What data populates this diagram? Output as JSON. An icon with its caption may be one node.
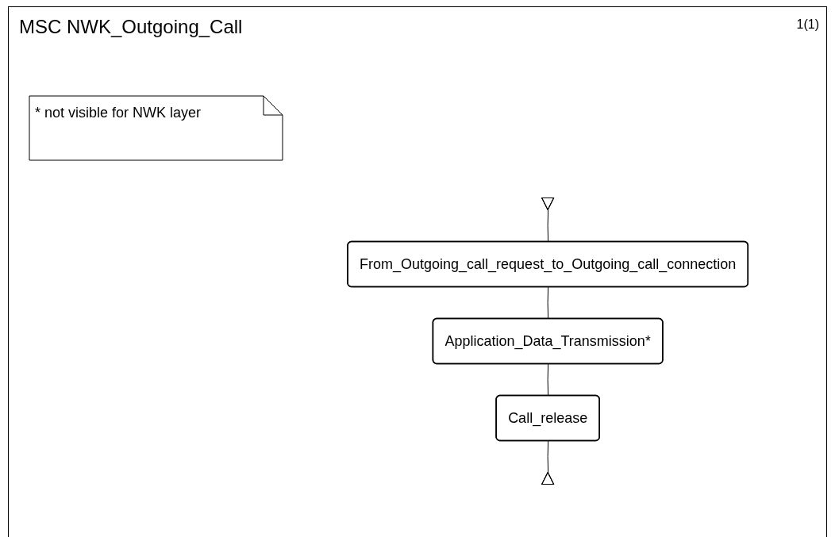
{
  "diagram": {
    "title": "MSC NWK_Outgoing_Call",
    "nodes": [
      {
        "text": [],
        "shape": "triangle"
      },
      {
        "text": [
          "From_Outgoing_call_request_to_Outgoing_call_connection"
        ]
      },
      {
        "text": [
          "Application_Data_Transmission*"
        ]
      },
      {
        "text": [
          "Call_release"
        ]
      },
      {
        "text": [],
        "shape": "triangle"
      }
    ],
    "edges": [
      {
        "from": 0,
        "to": 1,
        "arrow": "none"
      },
      {
        "from": 1,
        "to": 2,
        "arrow": "none"
      },
      {
        "from": 2,
        "to": 3,
        "arrow": "none"
      },
      {
        "from": 3,
        "to": 4,
        "arrow": "none"
      }
    ],
    "labels": [
      "1(1)",
      "* not visible for NWK layer"
    ]
  }
}
